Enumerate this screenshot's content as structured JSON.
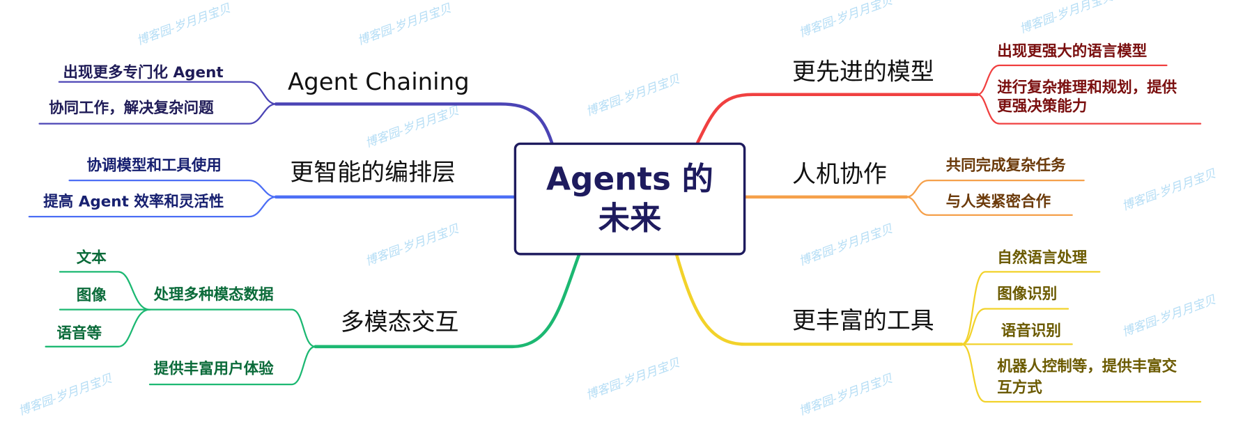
{
  "watermark": "博客园-岁月月宝贝",
  "center": {
    "title": "Agents 的未来",
    "color": "#1e1b5e"
  },
  "branches": {
    "chaining": {
      "label": "Agent Chaining",
      "color": "#4b44b5",
      "children": [
        "出现更多专门化 Agent",
        "协同工作，解决复杂问题"
      ]
    },
    "orchestration": {
      "label": "更智能的编排层",
      "color": "#4c6ef5",
      "children": [
        "协调模型和工具使用",
        "提高 Agent 效率和灵活性"
      ]
    },
    "multimodal": {
      "label": "多模态交互",
      "color": "#1cb872",
      "children": [
        {
          "label": "处理多种模态数据",
          "children": [
            "文本",
            "图像",
            "语音等"
          ]
        },
        {
          "label": "提供丰富用户体验"
        }
      ]
    },
    "models": {
      "label": "更先进的模型",
      "color": "#f04040",
      "children": [
        "出现更强大的语言模型",
        "进行复杂推理和规划，提供",
        "更强决策能力"
      ]
    },
    "collab": {
      "label": "人机协作",
      "color": "#f5a04a",
      "children": [
        "共同完成复杂任务",
        "与人类紧密合作"
      ]
    },
    "tools": {
      "label": "更丰富的工具",
      "color": "#f2d22a",
      "children": [
        "自然语言处理",
        "图像识别",
        "语音识别",
        "机器人控制等，提供丰富交",
        "互方式"
      ]
    }
  }
}
